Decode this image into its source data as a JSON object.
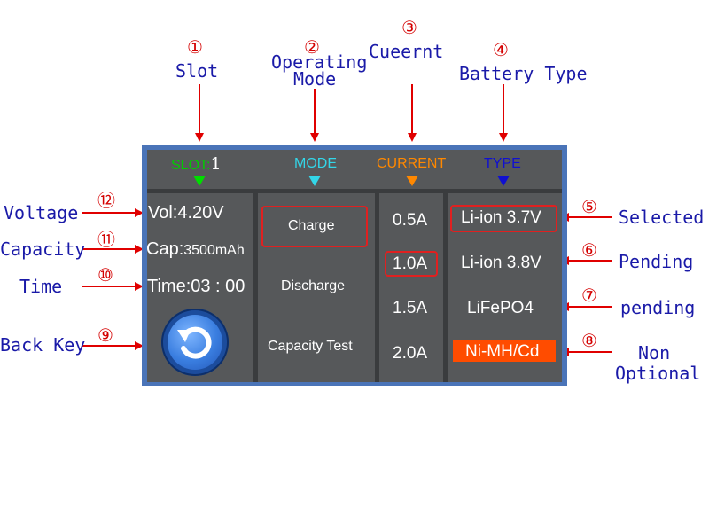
{
  "callouts": {
    "n1": "①",
    "slot": "Slot",
    "n2": "②",
    "mode_line1": "Operating",
    "mode_line2": "Mode",
    "n3": "③",
    "current": "Cueernt",
    "n4": "④",
    "type": "Battery Type",
    "n5": "⑤",
    "selected": "Selected",
    "n6": "⑥",
    "pending1": "Pending",
    "n7": "⑦",
    "pending2": "pending",
    "n8": "⑧",
    "non1": "Non",
    "non2": "Optional",
    "n9": "⑨",
    "back_key": "Back Key",
    "n10": "⑩",
    "time": "Time",
    "n11": "⑪",
    "capacity": "Capacity",
    "n12": "⑫",
    "voltage": "Voltage"
  },
  "screen": {
    "header": {
      "slot_label": "SLOT:",
      "slot_value": "1",
      "mode": "MODE",
      "current": "CURRENT",
      "type": "TYPE"
    },
    "status": {
      "voltage": "Vol:4.20V",
      "capacity_prefix": "Cap:",
      "capacity_value": "3500mAh",
      "time": "Time:03 : 00"
    },
    "modes": [
      "Charge",
      "Discharge",
      "Capacity Test"
    ],
    "currents": [
      "0.5A",
      "1.0A",
      "1.5A",
      "2.0A"
    ],
    "types": [
      "Li-ion 3.7V",
      "Li-ion 3.8V",
      "LiFePO4",
      "Ni-MH/Cd"
    ]
  },
  "colors": {
    "slot": "#00cc00",
    "mode": "#33d6e8",
    "current": "#ff8800",
    "type": "#1010d0",
    "highlight_bg": "#ff4c00",
    "selection_border": "#e02020",
    "callout_text": "#1a1aa8",
    "arrow": "#e00000"
  },
  "icons": {
    "back": "back-arrow-icon"
  }
}
